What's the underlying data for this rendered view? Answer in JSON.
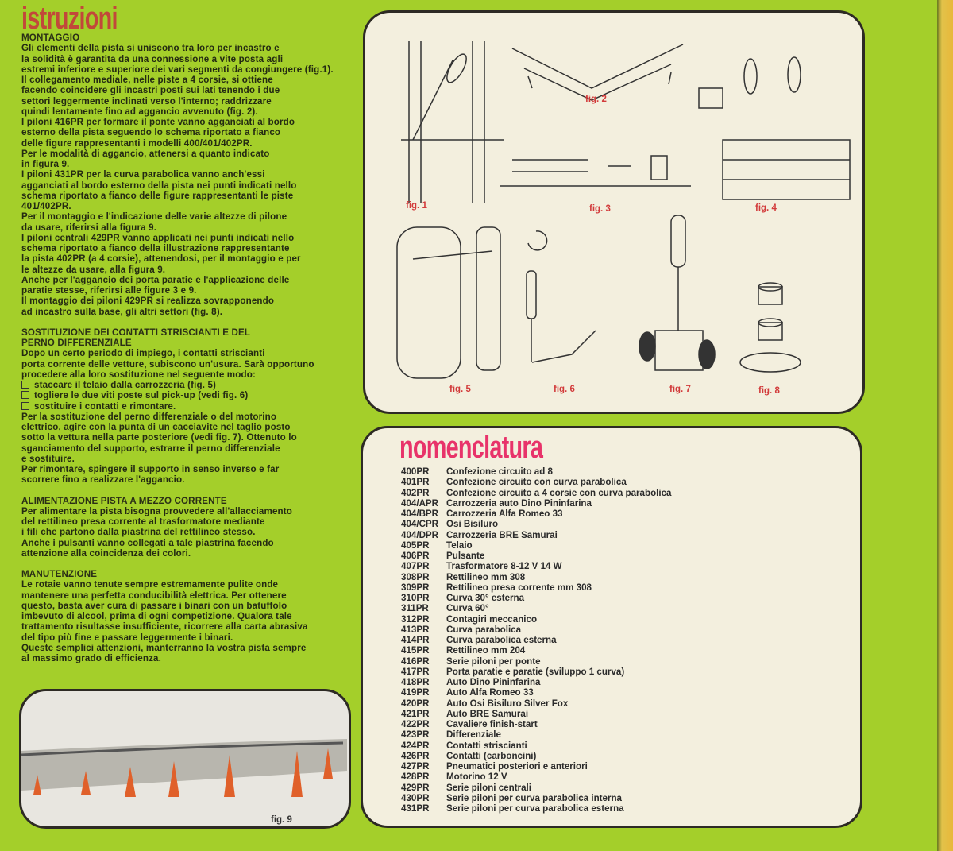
{
  "left": {
    "title": "istruzioni",
    "sections": [
      {
        "heading": "MONTAGGIO",
        "lines": [
          "Gli elementi della pista si uniscono tra loro per incastro e",
          "la solidità è garantita da una connessione a vite posta agli",
          "estremi inferiore e superiore dei vari segmenti da congiungere (fig.1).",
          "Il collegamento mediale, nelle piste a 4 corsie, si ottiene",
          "facendo coincidere gli incastri posti sui lati tenendo i due",
          "settori leggermente inclinati verso l'interno; raddrizzare",
          "quindi lentamente fino ad aggancio avvenuto (fig. 2).",
          "I piloni 416PR per formare il ponte vanno agganciati al bordo",
          "esterno della pista seguendo lo schema riportato a fianco",
          "delle figure rappresentanti i modelli 400/401/402PR.",
          "Per le modalità di aggancio, attenersi a quanto indicato",
          "in figura 9.",
          "I piloni 431PR per la curva parabolica vanno anch'essi",
          "agganciati al bordo esterno della pista nei punti indicati nello",
          "schema riportato a fianco delle figure rappresentanti le piste",
          "401/402PR.",
          "Per il montaggio e l'indicazione delle varie altezze di pilone",
          "da usare, riferirsi alla figura 9.",
          "I piloni centrali 429PR vanno applicati nei punti indicati nello",
          "schema riportato a fianco della illustrazione rappresentante",
          "la pista 402PR (a 4 corsie), attenendosi, per il montaggio e per",
          "le altezze da usare, alla figura 9.",
          "Anche per l'aggancio dei porta paratie e l'applicazione delle",
          "paratie stesse, riferirsi alle figure 3 e 9.",
          "Il montaggio dei piloni 429PR si realizza sovrapponendo",
          "ad incastro sulla base, gli altri settori (fig. 8)."
        ]
      },
      {
        "heading": "SOSTITUZIONE DEI CONTATTI STRISCIANTI E DEL",
        "heading2": "PERNO DIFFERENZIALE",
        "lines_a": [
          "Dopo un certo periodo di impiego, i contatti striscianti",
          "porta corrente delle vetture, subiscono un'usura. Sarà opportuno",
          "procedere alla loro sostituzione nel seguente modo:"
        ],
        "checklist": [
          "staccare il telaio dalla carrozzeria (fig. 5)",
          "togliere le due viti poste sul pick-up (vedi fig. 6)",
          "sostituire i contatti e rimontare."
        ],
        "lines_b": [
          "Per la sostituzione del perno differenziale o del motorino",
          "elettrico, agire con la punta di un cacciavite nel taglio posto",
          "sotto la vettura nella parte posteriore (vedi fig. 7). Ottenuto lo",
          "sganciamento del supporto, estrarre il perno differenziale",
          "e sostituire.",
          "Per rimontare, spingere il supporto in senso inverso e far",
          "scorrere fino a realizzare l'aggancio."
        ]
      },
      {
        "heading": "ALIMENTAZIONE PISTA A MEZZO CORRENTE",
        "lines": [
          "Per alimentare la pista bisogna provvedere all'allacciamento",
          "del rettilineo presa corrente al trasformatore mediante",
          "i fili che partono dalla piastrina del rettilineo stesso.",
          "Anche i pulsanti vanno collegati a tale piastrina facendo",
          "attenzione alla coincidenza dei colori."
        ]
      },
      {
        "heading": "MANUTENZIONE",
        "lines": [
          "Le rotaie vanno tenute sempre estremamente pulite onde",
          "mantenere una perfetta conducibilità elettrica. Per ottenere",
          "questo, basta aver cura di passare i binari con un batuffolo",
          "imbevuto di alcool, prima di ogni competizione. Qualora tale",
          "trattamento risultasse insufficiente, ricorrere alla carta abrasiva",
          "del tipo più fine e passare leggermente i binari.",
          "Queste semplici attenzioni, manterranno la vostra pista sempre",
          "al massimo grado di efficienza."
        ]
      }
    ]
  },
  "figures": {
    "fig1": "fig. 1",
    "fig2": "fig. 2",
    "fig3": "fig. 3",
    "fig4": "fig. 4",
    "fig5": "fig. 5",
    "fig6": "fig. 6",
    "fig7": "fig. 7",
    "fig8": "fig. 8",
    "fig9": "fig. 9"
  },
  "colors": {
    "background": "#a4cf2a",
    "istruzioni_title": "#c2483a",
    "nomenclatura_title": "#e8336a",
    "fig_label": "#d23a3a"
  },
  "nomenclatura": {
    "title": "nomenclatura",
    "items": [
      {
        "code": "400PR",
        "desc": "Confezione circuito ad 8"
      },
      {
        "code": "401PR",
        "desc": "Confezione circuito con curva parabolica"
      },
      {
        "code": "402PR",
        "desc": "Confezione circuito a 4 corsie con curva parabolica"
      },
      {
        "code": "404/APR",
        "desc": "Carrozzeria auto Dino Pininfarina"
      },
      {
        "code": "404/BPR",
        "desc": "Carrozzeria Alfa Romeo 33"
      },
      {
        "code": "404/CPR",
        "desc": "Osi Bisiluro"
      },
      {
        "code": "404/DPR",
        "desc": "Carrozzeria BRE Samurai"
      },
      {
        "code": "405PR",
        "desc": "Telaio"
      },
      {
        "code": "406PR",
        "desc": "Pulsante"
      },
      {
        "code": "407PR",
        "desc": "Trasformatore 8-12 V 14 W"
      },
      {
        "code": "308PR",
        "desc": "Rettilineo mm 308"
      },
      {
        "code": "309PR",
        "desc": "Rettilineo presa corrente mm 308"
      },
      {
        "code": "310PR",
        "desc": "Curva 30° esterna"
      },
      {
        "code": "311PR",
        "desc": "Curva 60°"
      },
      {
        "code": "312PR",
        "desc": "Contagiri meccanico"
      },
      {
        "code": "413PR",
        "desc": "Curva parabolica"
      },
      {
        "code": "414PR",
        "desc": "Curva parabolica esterna"
      },
      {
        "code": "415PR",
        "desc": "Rettilineo mm 204"
      },
      {
        "code": "416PR",
        "desc": "Serie piloni per ponte"
      },
      {
        "code": "417PR",
        "desc": "Porta paratie e paratie (sviluppo 1 curva)"
      },
      {
        "code": "418PR",
        "desc": "Auto Dino Pininfarina"
      },
      {
        "code": "419PR",
        "desc": "Auto Alfa Romeo 33"
      },
      {
        "code": "420PR",
        "desc": "Auto Osi Bisiluro Silver Fox"
      },
      {
        "code": "421PR",
        "desc": "Auto BRE Samurai"
      },
      {
        "code": "422PR",
        "desc": "Cavaliere finish-start"
      },
      {
        "code": "423PR",
        "desc": "Differenziale"
      },
      {
        "code": "424PR",
        "desc": "Contatti striscianti"
      },
      {
        "code": "426PR",
        "desc": "Contatti (carboncini)"
      },
      {
        "code": "427PR",
        "desc": "Pneumatici posteriori e anteriori"
      },
      {
        "code": "428PR",
        "desc": "Motorino 12 V"
      },
      {
        "code": "429PR",
        "desc": "Serie piloni centrali"
      },
      {
        "code": "430PR",
        "desc": "Serie piloni per curva parabolica interna"
      },
      {
        "code": "431PR",
        "desc": "Serie piloni per curva parabolica esterna"
      }
    ]
  }
}
